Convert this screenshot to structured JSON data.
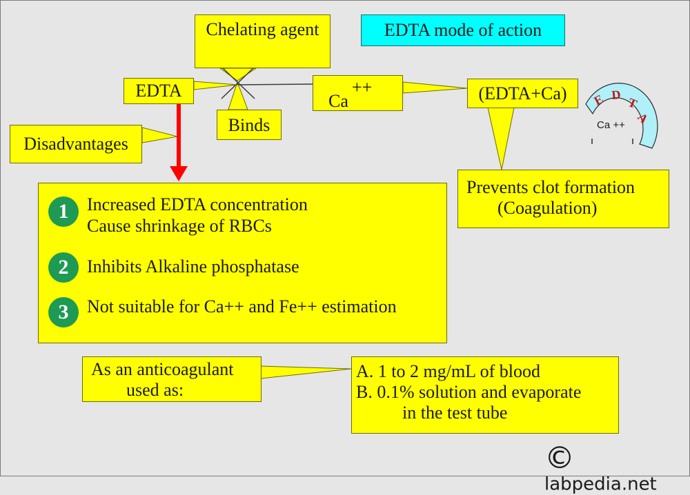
{
  "title": "EDTA mode of action",
  "chelating_agent": "Chelating agent",
  "edta": "EDTA",
  "binds": "Binds",
  "ca_base": "Ca",
  "ca_sup": "++",
  "complex": "(EDTA+Ca)",
  "ring_letters": [
    "E",
    "D",
    "T",
    "A"
  ],
  "ring_center": "Ca ++",
  "prevents": {
    "line1": "Prevents clot formation",
    "line2": "(Coagulation)"
  },
  "disadvantages_label": "Disadvantages",
  "disadvantages": [
    {
      "num": "1",
      "lines": [
        "Increased EDTA concentration",
        "Cause shrinkage of RBCs"
      ]
    },
    {
      "num": "2",
      "lines": [
        "Inhibits Alkaline phosphatase"
      ]
    },
    {
      "num": "3",
      "lines": [
        "Not suitable for Ca++ and Fe++ estimation"
      ]
    }
  ],
  "anticoagulant": {
    "line1": "As an anticoagulant",
    "line2": "used as:"
  },
  "usage": {
    "a": "A. 1 to 2 mg/mL of blood",
    "b1": "B. 0.1% solution and evaporate",
    "b2": "in the test tube"
  },
  "credit": {
    "symbol": "©",
    "text": "labpedia.net"
  },
  "colors": {
    "box_fill": "#ffff00",
    "title_fill": "#00ffff",
    "arrow": "#ff0000",
    "number_fill": "#1e9a55",
    "ring_fill": "#b0f0f8"
  }
}
